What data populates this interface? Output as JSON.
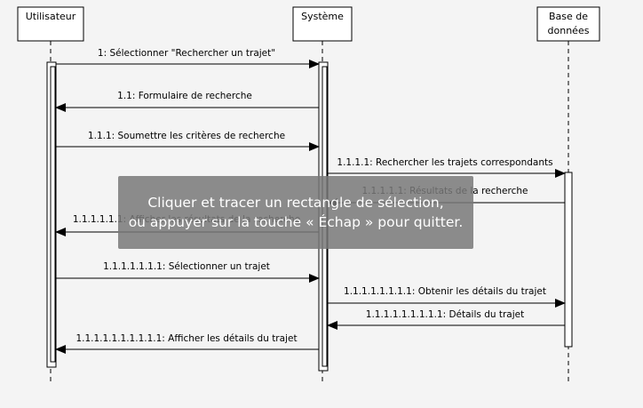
{
  "participants": {
    "user": "Utilisateur",
    "system": "Système",
    "db_line1": "Base de",
    "db_line2": "données"
  },
  "messages": [
    "1: Sélectionner \"Rechercher un trajet\"",
    "1.1: Formulaire de recherche",
    "1.1.1: Soumettre les critères de recherche",
    "1.1.1.1: Rechercher les trajets correspondants",
    "1.1.1.1.1: Résultats de la recherche",
    "1.1.1.1.1.1: Afficher les résultats de la recherche",
    "1.1.1.1.1.1.1: Sélectionner un trajet",
    "1.1.1.1.1.1.1.1: Obtenir les détails du trajet",
    "1.1.1.1.1.1.1.1.1: Détails du trajet",
    "1.1.1.1.1.1.1.1.1.1: Afficher les détails du trajet"
  ],
  "overlay": {
    "line1": "Cliquer et tracer un rectangle de sélection,",
    "line2": "ou appuyer sur la touche « Échap » pour quitter."
  }
}
